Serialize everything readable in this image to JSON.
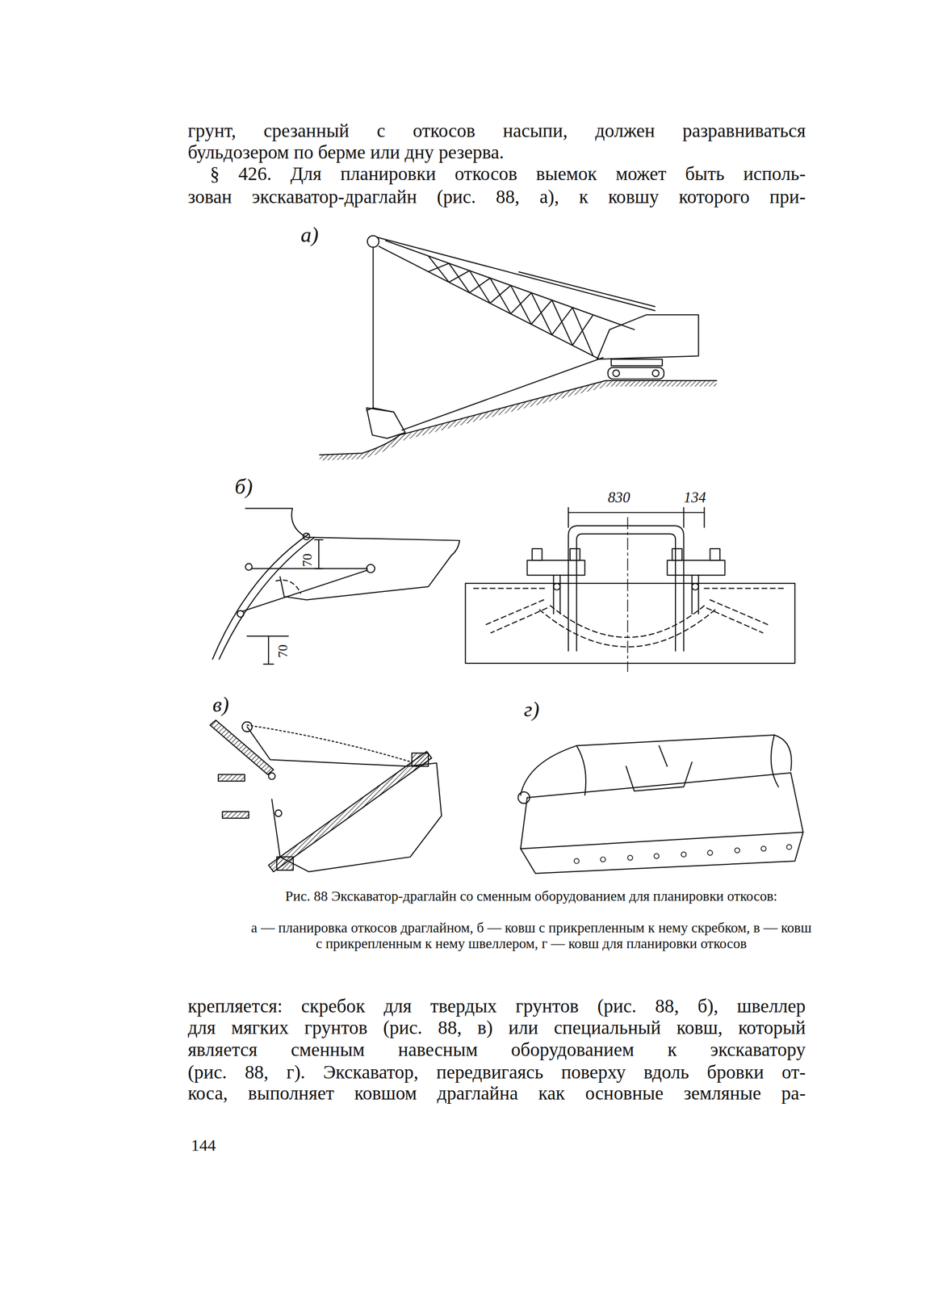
{
  "diagram": {
    "caption": "Рис. 88 Экскаватор-драглайн со сменным оборудованием для планировки откосов:",
    "labels": [
      "грунт, срезанный с откосов насыпи, должен разравниваться",
      "бульдозером по берме или дну резерва.",
      "§ 426. Для планировки откосов выемок может быть исполь-",
      "зован экскаватор-драглайн (рис. 88, а), к ковшу которого при-",
      "а)",
      "б)",
      "830",
      "134",
      "70",
      "70",
      "в)",
      "г)",
      "а — планировка откосов драглайном, б — ковш с прикрепленным к нему скребком, в — ковш с прикрепленным к нему швеллером, г — ковш для планировки откосов",
      "крепляется: скребок для твердых грунтов (рис. 88, б), швеллер",
      "для мягких грунтов (рис. 88, в) или специальный ковш, который",
      "является сменным навесным оборудованием к экскаватору",
      "(рис. 88, г). Экскаватор, передвигаясь поверху вдоль бровки от-",
      "коса, выполняет ковшом драглайна как основные земляные ра-",
      "144"
    ]
  }
}
